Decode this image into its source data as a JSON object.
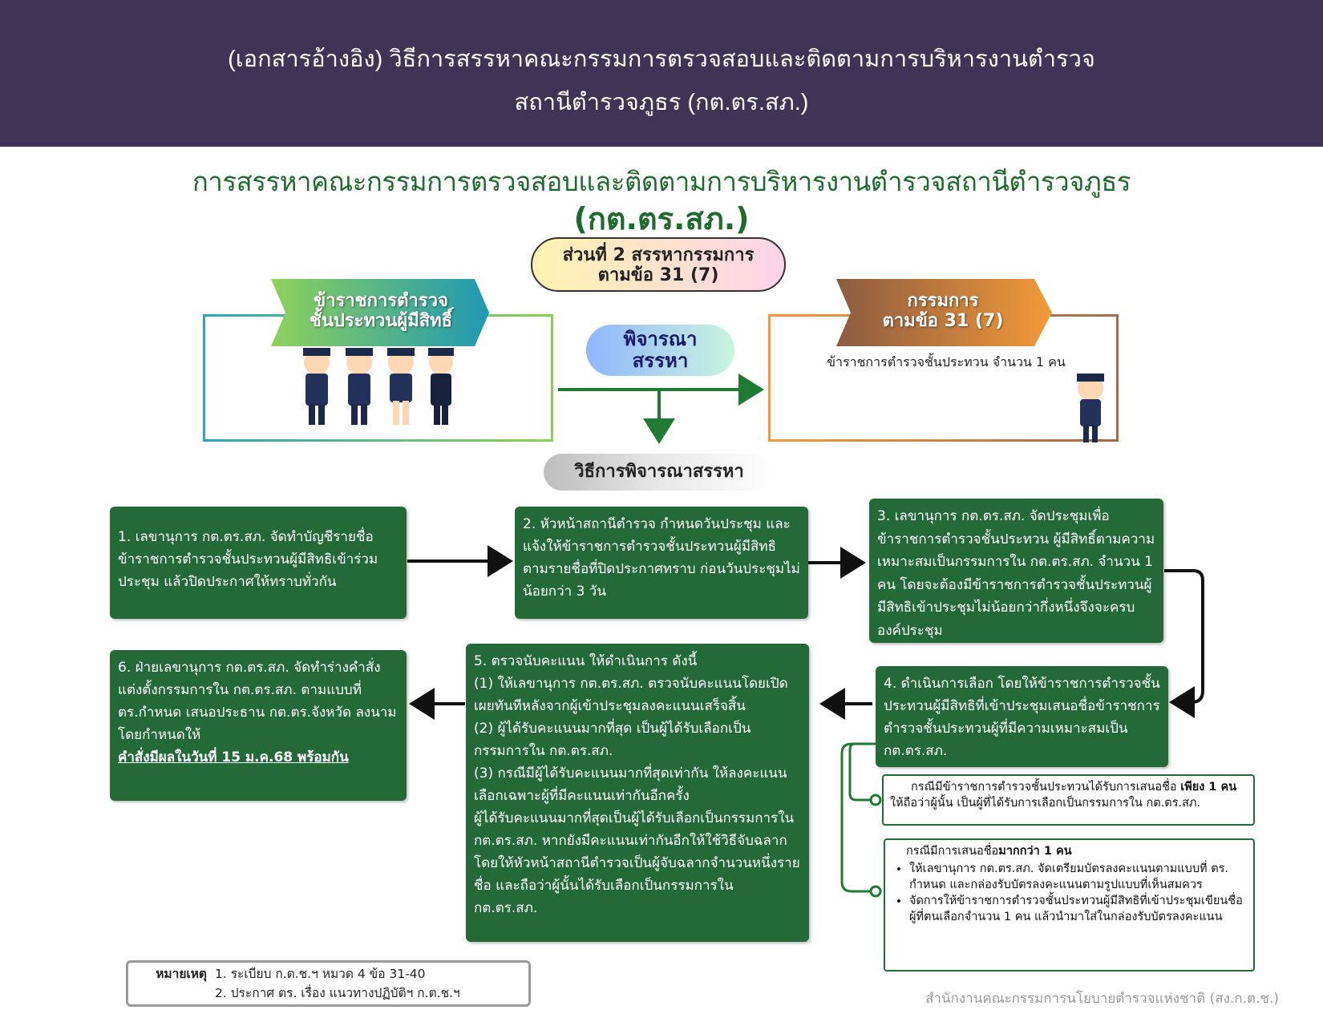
{
  "header": {
    "line1": "(เอกสารอ้างอิง)  วิธีการสรรหาคณะกรรมการตรวจสอบและติดตามการบริหารงานตำรวจ",
    "line2": "สถานีตำรวจภูธร (กต.ตร.สภ.)"
  },
  "title": {
    "main": "การสรรหาคณะกรรมการตรวจสอบและติดตามการบริหารงานตำรวจสถานีตำรวจภูธร",
    "abbr": "(กต.ตร.สภ.)"
  },
  "part": {
    "line1": "ส่วนที่ 2 สรรหากรรมการ",
    "line2": "ตามข้อ 31 (7)"
  },
  "left_panel": {
    "ribbon_line1": "ข้าราชการตำรวจ",
    "ribbon_line2": "ชั้นประทวนผู้มีสิทธิ์"
  },
  "right_panel": {
    "ribbon_line1": "กรรมการ",
    "ribbon_line2": "ตามข้อ 31 (7)",
    "note": "ข้าราชการตำรวจชั้นประทวน จำนวน 1 คน"
  },
  "consider": {
    "line1": "พิจารณา",
    "line2": "สรรหา"
  },
  "method": {
    "label": "วิธีการพิจารณาสรรหา"
  },
  "steps": {
    "s1": "1. เลขานุการ กต.ตร.สภ. จัดทำบัญชีรายชื่อข้าราชการตำรวจชั้นประทวนผู้มีสิทธิเข้าร่วมประชุม แล้วปิดประกาศให้ทราบทั่วกัน",
    "s2": "2. หัวหน้าสถานีตำรวจ กำหนดวันประชุม และแจ้งให้ข้าราชการตำรวจชั้นประทวนผู้มีสิทธิตามรายชื่อที่ปิดประกาศทราบ ก่อนวันประชุมไม่น้อยกว่า 3 วัน",
    "s3": "3. เลขานุการ กต.ตร.สภ. จัดประชุมเพื่อข้าราชการตำรวจชั้นประทวน ผู้มีสิทธิ์ตามความเหมาะสมเป็นกรรมการใน กต.ตร.สภ. จำนวน 1 คน โดยจะต้องมีข้าราชการตำรวจชั้นประทวนผู้มีสิทธิเข้าประชุมไม่น้อยกว่ากึ่งหนึ่งจึงจะครบองค์ประชุม",
    "s4": "4. ดำเนินการเลือก โดยให้ข้าราชการตำรวจชั้นประทวนผู้มีสิทธิที่เข้าประชุมเสนอชื่อข้าราชการตำรวจชั้นประทวนผู้ที่มีความเหมาะสมเป็น กต.ตร.สภ.",
    "s5_head": "5. ตรวจนับคะแนน ให้ดำเนินการ ดังนี้",
    "s5_1": "  (1) ให้เลขานุการ กต.ตร.สภ. ตรวจนับคะแนนโดยเปิดเผยทันทีหลังจากผู้เข้าประชุมลงคะแนนเสร็จสิ้น",
    "s5_2": "  (2) ผู้ได้รับคะแนนมากที่สุด เป็นผู้ได้รับเลือกเป็นกรรมการใน กต.ตร.สภ.",
    "s5_3": "  (3) กรณีมีผู้ได้รับคะแนนมากที่สุดเท่ากัน ให้ลงคะแนนเลือกเฉพาะผู้ที่มีคะแนนเท่ากันอีกครั้ง",
    "s5_4": "  ผู้ได้รับคะแนนมากที่สุดเป็นผู้ได้รับเลือกเป็นกรรมการใน กต.ตร.สภ. หากยังมีคะแนนเท่ากันอีกให้ใช้วิธีจับฉลาก โดยให้หัวหน้าสถานีตำรวจเป็นผู้จับฉลากจำนวนหนึ่งรายชื่อ และถือว่าผู้นั้นได้รับเลือกเป็นกรรมการใน กต.ตร.สภ.",
    "s6": "6. ฝ่ายเลขานุการ กต.ตร.สภ. จัดทำร่างคำสั่งแต่งตั้งกรรมการใน กต.ตร.สภ. ตามแบบที่ ตร.กำหนด เสนอประธาน กต.ตร.จังหวัด ลงนาม โดยกำหนดให้",
    "s6_emph": "คำสั่งมีผลในวันที่ 15 ม.ค.68 พร้อมกัน"
  },
  "case_one": {
    "text": "กรณีมีข้าราชการตำรวจชั้นประทวนได้รับการเสนอชื่อ ",
    "emph": "เพียง 1 คน",
    "line2": "ให้ถือว่าผู้นั้น เป็นผู้ที่ได้รับการเลือกเป็นกรรมการใน กต.ตร.สภ."
  },
  "case_many": {
    "text": "กรณีมีการเสนอชื่อ",
    "emph": "มากกว่า 1 คน",
    "bullets": [
      "ให้เลขานุการ กต.ตร.สภ. จัดเตรียมบัตรลงคะแนนตามแบบที่ ตร. กำหนด และกล่องรับบัตรลงคะแนนตามรูปแบบที่เห็นสมควร",
      "จัดการให้ข้าราชการตำรวจชั้นประทวนผู้มีสิทธิที่เข้าประชุมเขียนชื่อผู้ที่ตนเลือกจำนวน 1 คน แล้วนำมาใส่ในกล่องรับบัตรลงคะแนน"
    ]
  },
  "remark": {
    "label": "หมายเหตุ",
    "item1": "1. ระเบียบ ก.ต.ช.ฯ หมวด 4 ข้อ 31-40",
    "item2": "2. ประกาศ ตร. เรื่อง แนวทางปฏิบัติฯ ก.ต.ช.ฯ"
  },
  "footer": {
    "org": "สำนักงานคณะกรรมการนโยบายตำรวจแห่งชาติ (สง.ก.ต.ช.)"
  },
  "colors": {
    "header_bg": "#3f3455",
    "step_box": "#236a38",
    "title_green": "#1e6b2e"
  }
}
